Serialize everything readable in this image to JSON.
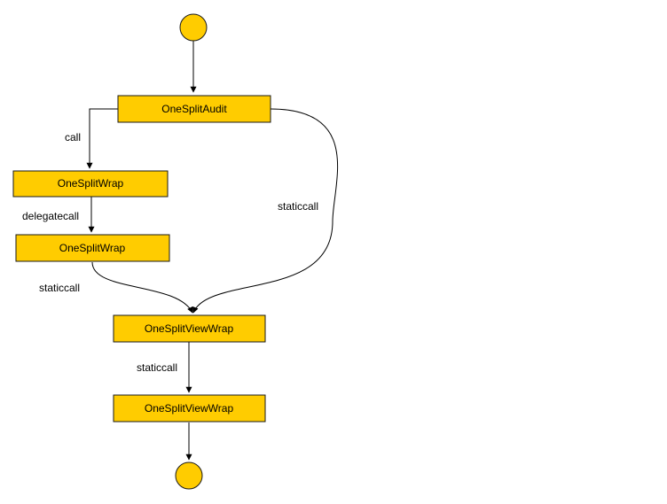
{
  "colors": {
    "node_fill": "#ffcc00",
    "node_stroke": "#1a1a1a",
    "line": "#000000",
    "background": "#ffffff"
  },
  "nodes": {
    "one_split_audit": "OneSplitAudit",
    "one_split_wrap_1": "OneSplitWrap",
    "one_split_wrap_2": "OneSplitWrap",
    "one_split_view_wrap_1": "OneSplitViewWrap",
    "one_split_view_wrap_2": "OneSplitViewWrap"
  },
  "edges": {
    "audit_to_wrap": "call",
    "wrap_to_wrap": "delegatecall",
    "wrap_to_view": "staticcall",
    "audit_to_view": "staticcall",
    "view_to_view": "staticcall"
  }
}
